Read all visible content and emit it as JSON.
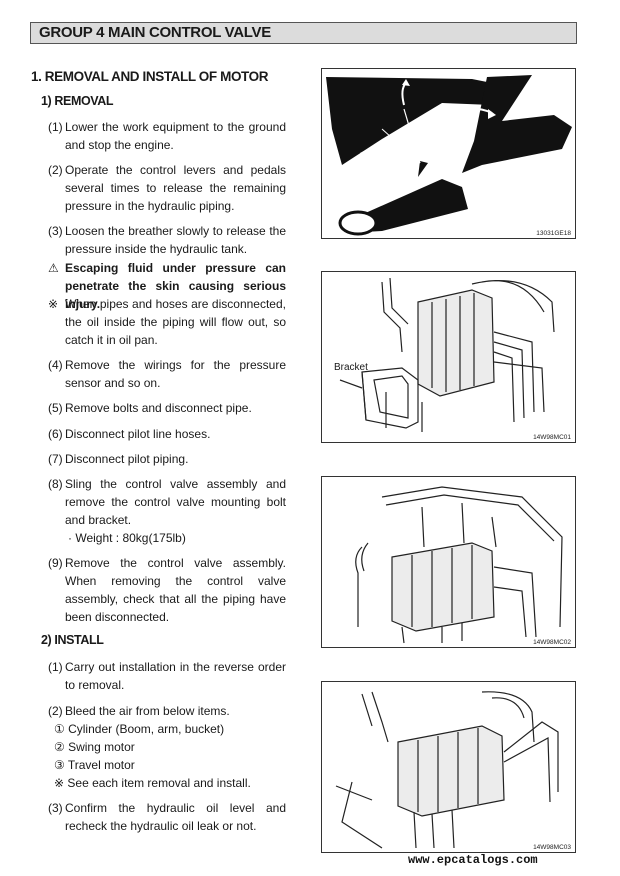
{
  "header": {
    "group_title": "GROUP  4   MAIN CONTROL VALVE"
  },
  "section1": {
    "title": "1. REMOVAL AND INSTALL OF MOTOR"
  },
  "removal": {
    "title": "1) REMOVAL",
    "steps": [
      {
        "num": "(1)",
        "text": "Lower the work equipment to the ground and stop the engine."
      },
      {
        "num": "(2)",
        "text": "Operate the control levers and pedals several times to release the remaining pressure in the hydraulic piping."
      },
      {
        "num": "(3)",
        "text": "Loosen the breather slowly to release the pressure inside the hydraulic tank."
      },
      {
        "num": "⚠",
        "text": "Escaping fluid under pressure can penetrate the skin causing serious injury."
      },
      {
        "num": "※",
        "text": "When pipes and hoses are disconnected, the oil inside the piping will flow out, so catch it in oil pan."
      },
      {
        "num": "(4)",
        "text": "Remove the wirings for the pressure sensor and so on."
      },
      {
        "num": "(5)",
        "text": "Remove bolts and disconnect pipe."
      },
      {
        "num": "(6)",
        "text": "Disconnect pilot line hoses."
      },
      {
        "num": "(7)",
        "text": "Disconnect pilot piping."
      },
      {
        "num": "(8)",
        "text": "Sling the control valve assembly and remove the control valve mounting bolt and bracket."
      },
      {
        "num": "",
        "text": "· Weight : 80kg(175lb)"
      },
      {
        "num": "(9)",
        "text": "Remove the control valve assembly. When removing the control valve assembly, check that all the piping have been disconnected."
      }
    ]
  },
  "install": {
    "title": "2) INSTALL",
    "steps": [
      {
        "num": "(1)",
        "text": "Carry out installation in the reverse order to removal."
      },
      {
        "num": "(2)",
        "text": "Bleed the air from below items."
      },
      {
        "num": "",
        "text": "① Cylinder (Boom, arm, bucket)"
      },
      {
        "num": "",
        "text": "② Swing motor"
      },
      {
        "num": "",
        "text": "③ Travel motor"
      },
      {
        "num": "",
        "text": "※ See each item removal and install."
      },
      {
        "num": "(3)",
        "text": "Confirm the hydraulic oil level and recheck the hydraulic oil leak or not."
      }
    ]
  },
  "figures": [
    {
      "code": "13031GE18"
    },
    {
      "code": "14W98MC01",
      "label": "Bracket"
    },
    {
      "code": "14W98MC02"
    },
    {
      "code": "14W98MC03"
    }
  ],
  "footer": {
    "url": "www.epcatalogs.com"
  }
}
